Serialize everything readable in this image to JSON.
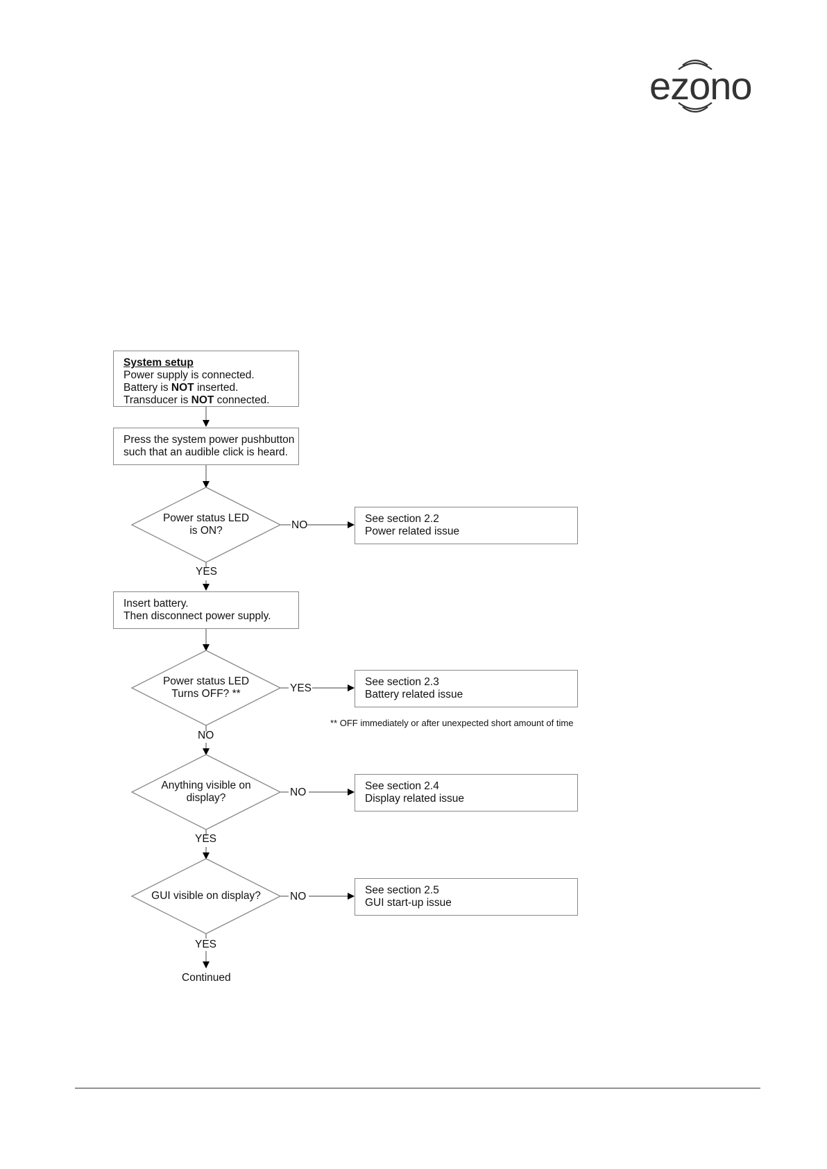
{
  "logo": {
    "text": "ezono"
  },
  "flowchart": {
    "system_setup": {
      "header": "System setup",
      "line1": "Power supply is connected.",
      "line2_pre": "Battery is ",
      "line2_bold": "NOT",
      "line2_post": " inserted.",
      "line3_pre": "Transducer is ",
      "line3_bold": "NOT",
      "line3_post": " connected."
    },
    "press_button": {
      "line1": "Press the system power pushbutton",
      "line2": "such that an audible click is heard."
    },
    "decision_led_on": {
      "line1": "Power status LED",
      "line2": "is ON?",
      "no_label": "NO",
      "yes_label": "YES"
    },
    "power_issue": {
      "line1": "See section 2.2",
      "line2": "Power related issue"
    },
    "insert_battery": {
      "line1": "Insert battery.",
      "line2": "Then disconnect power supply."
    },
    "decision_led_off": {
      "line1": "Power status LED",
      "line2": "Turns OFF? **",
      "yes_label": "YES",
      "no_label": "NO"
    },
    "battery_issue": {
      "line1": "See section 2.3",
      "line2": "Battery related issue"
    },
    "footnote": "** OFF immediately or after unexpected short amount of time",
    "decision_display": {
      "line1": "Anything visible on",
      "line2": "display?",
      "no_label": "NO",
      "yes_label": "YES"
    },
    "display_issue": {
      "line1": "See section 2.4",
      "line2": "Display related issue"
    },
    "decision_gui": {
      "line1": "GUI visible on display?",
      "no_label": "NO",
      "yes_label": "YES"
    },
    "gui_issue": {
      "line1": "See section 2.5",
      "line2": "GUI start-up issue"
    },
    "continued": "Continued"
  }
}
